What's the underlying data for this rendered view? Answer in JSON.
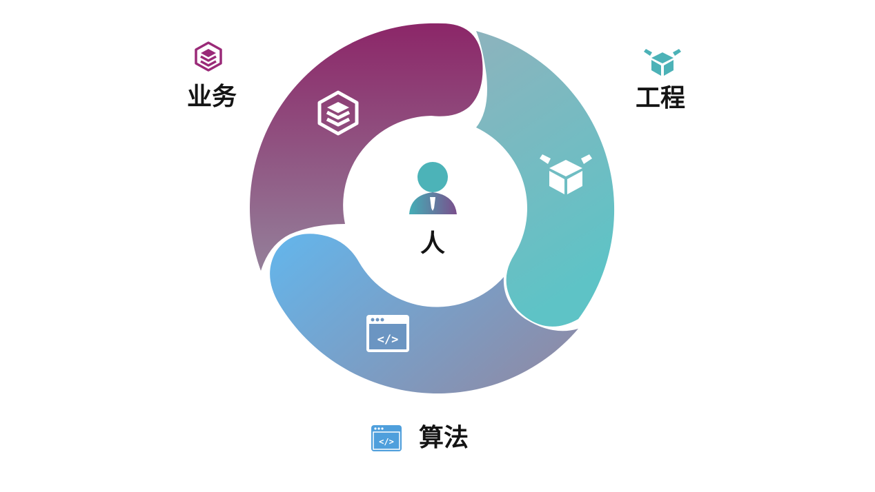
{
  "center": {
    "label": "人",
    "icon": "person-icon"
  },
  "segments": [
    {
      "id": "business",
      "label": "业务",
      "icon": "layers-icon",
      "color": "#8a2a68"
    },
    {
      "id": "engineering",
      "label": "工程",
      "icon": "box-icon",
      "color": "#5fbfc4"
    },
    {
      "id": "algorithm",
      "label": "算法",
      "icon": "code-window-icon",
      "color": "#5aaee6"
    }
  ],
  "colors": {
    "business_start": "#8c2668",
    "business_end": "#94809a",
    "engineering_start": "#8db3bd",
    "engineering_end": "#5ec3c6",
    "algorithm_start": "#63b6ec",
    "algorithm_end": "#8a8eac",
    "person_head": "#4cb3b8"
  }
}
